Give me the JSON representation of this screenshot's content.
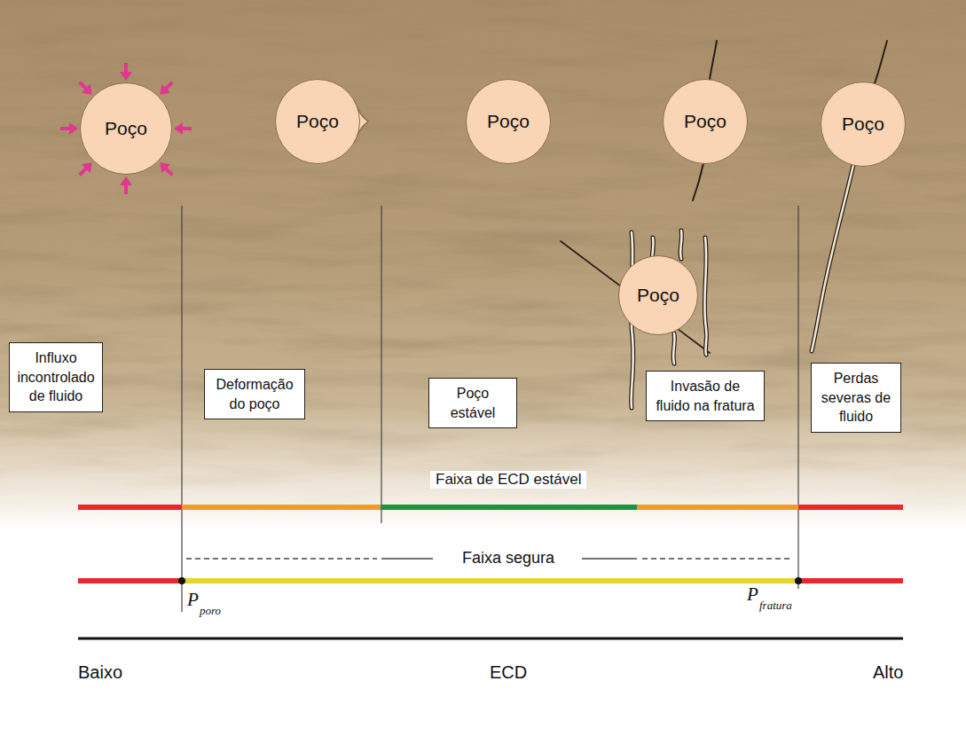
{
  "diagram": {
    "nodes": [
      {
        "text": [
          "Poço"
        ]
      },
      {
        "text": [
          "Poço"
        ]
      },
      {
        "text": [
          "Poço"
        ]
      },
      {
        "text": [
          "Poço"
        ]
      },
      {
        "text": [
          "Poço"
        ]
      },
      {
        "text": [
          "Poço"
        ]
      },
      {
        "text": [
          "Influxo incontrolado de fluido"
        ]
      },
      {
        "text": [
          "Deformação do poço"
        ]
      },
      {
        "text": [
          "Poço estável"
        ]
      },
      {
        "text": [
          "Invasão de fluido na fratura"
        ]
      },
      {
        "text": [
          "Perdas severas de fluido"
        ]
      }
    ],
    "labels": [
      "Faixa de ECD estável",
      "Faixa segura",
      "P",
      "poro",
      "P",
      "fratura",
      "Baixo",
      "ECD",
      "Alto"
    ]
  }
}
